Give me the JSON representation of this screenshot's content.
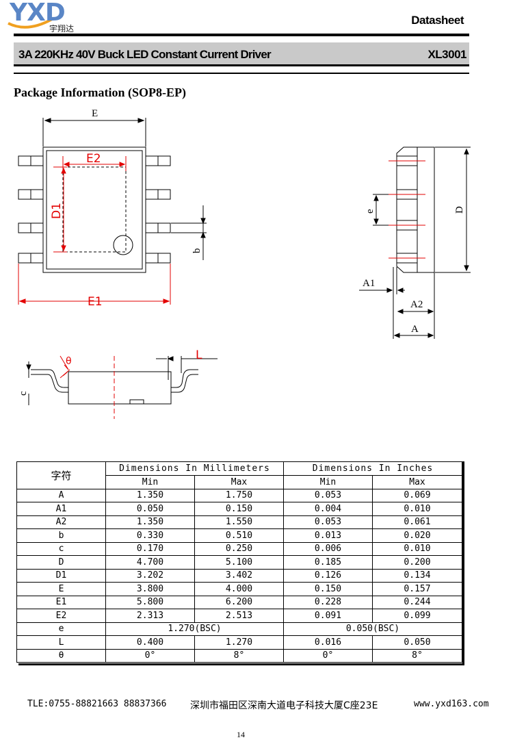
{
  "header": {
    "logo_text": "YXD",
    "logo_cn": "宇翔达",
    "doc_type": "Datasheet",
    "title": "3A 220KHz 40V Buck LED Constant Current Driver",
    "part_number": "XL3001"
  },
  "section_title": "Package Information (SOP8-EP)",
  "drawing_labels": {
    "E": "E",
    "E1": "E1",
    "E2": "E2",
    "D1": "D1",
    "b": "b",
    "e": "e",
    "D": "D",
    "A1": "A1",
    "A2": "A2",
    "A": "A",
    "theta": "θ",
    "L": "L",
    "c": "c"
  },
  "table": {
    "symbol_header": "字符",
    "group_mm": "Dimensions In Millimeters",
    "group_in": "Dimensions In Inches",
    "min_label": "Min",
    "max_label": "Max",
    "rows": [
      {
        "sym": "A",
        "mm_min": "1.350",
        "mm_max": "1.750",
        "in_min": "0.053",
        "in_max": "0.069"
      },
      {
        "sym": "A1",
        "mm_min": "0.050",
        "mm_max": "0.150",
        "in_min": "0.004",
        "in_max": "0.010"
      },
      {
        "sym": "A2",
        "mm_min": "1.350",
        "mm_max": "1.550",
        "in_min": "0.053",
        "in_max": "0.061"
      },
      {
        "sym": "b",
        "mm_min": "0.330",
        "mm_max": "0.510",
        "in_min": "0.013",
        "in_max": "0.020"
      },
      {
        "sym": "c",
        "mm_min": "0.170",
        "mm_max": "0.250",
        "in_min": "0.006",
        "in_max": "0.010"
      },
      {
        "sym": "D",
        "mm_min": "4.700",
        "mm_max": "5.100",
        "in_min": "0.185",
        "in_max": "0.200"
      },
      {
        "sym": "D1",
        "mm_min": "3.202",
        "mm_max": "3.402",
        "in_min": "0.126",
        "in_max": "0.134"
      },
      {
        "sym": "E",
        "mm_min": "3.800",
        "mm_max": "4.000",
        "in_min": "0.150",
        "in_max": "0.157"
      },
      {
        "sym": "E1",
        "mm_min": "5.800",
        "mm_max": "6.200",
        "in_min": "0.228",
        "in_max": "0.244"
      },
      {
        "sym": "E2",
        "mm_min": "2.313",
        "mm_max": "2.513",
        "in_min": "0.091",
        "in_max": "0.099"
      }
    ],
    "row_e": {
      "sym": "e",
      "mm": "1.270(BSC)",
      "in": "0.050(BSC)"
    },
    "rows_tail": [
      {
        "sym": "L",
        "mm_min": "0.400",
        "mm_max": "1.270",
        "in_min": "0.016",
        "in_max": "0.050"
      },
      {
        "sym": "θ",
        "mm_min": "0°",
        "mm_max": "8°",
        "in_min": "0°",
        "in_max": "8°"
      }
    ]
  },
  "footer": {
    "tel": "TLE:0755-88821663  88837366",
    "address": "深圳市福田区深南大道电子科技大厦C座23E",
    "website": "www.yxd163.com",
    "page": "14"
  },
  "colors": {
    "accent_red": "#e30000",
    "logo_blue": "#5a86c6",
    "title_bar": "#c9c9c9"
  }
}
